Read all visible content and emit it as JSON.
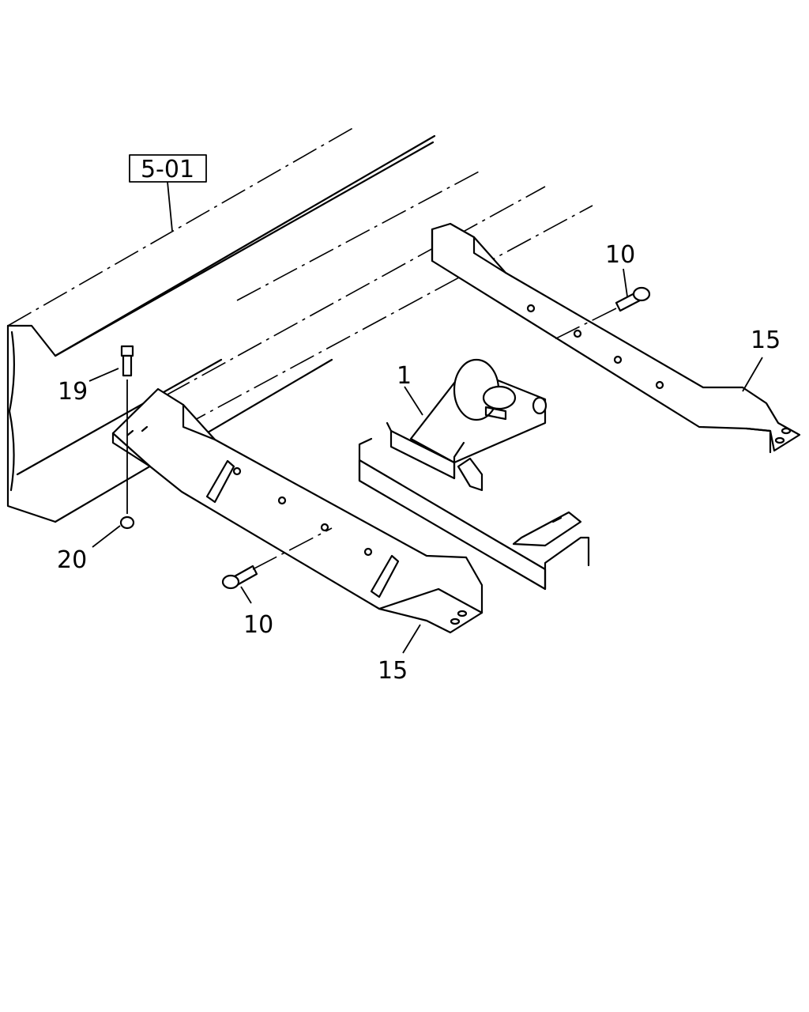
{
  "reference_box": "5-01",
  "callouts": {
    "part_1": "1",
    "part_10_upper": "10",
    "part_10_lower": "10",
    "part_15_upper": "15",
    "part_15_lower": "15",
    "part_19": "19",
    "part_20": "20"
  },
  "colors": {
    "line": "#000000",
    "background": "#ffffff"
  }
}
